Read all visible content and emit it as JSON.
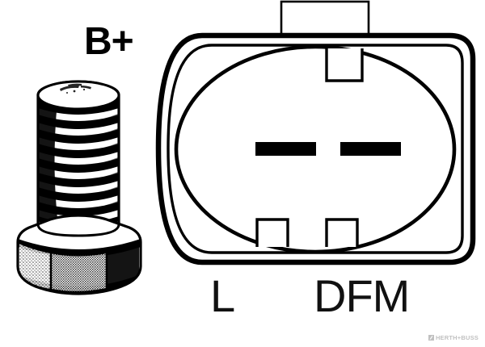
{
  "figure": {
    "kind": "technical-line-drawing",
    "subject": "alternator terminal connector diagram",
    "background_color": "#ffffff",
    "ink_color": "#000000"
  },
  "labels": {
    "bplus": "B+",
    "pin_l": "L",
    "pin_dfm": "DFM"
  },
  "watermark": {
    "text": "HERTH+BUSS",
    "color": "#9a9a9a",
    "mark_name": "herth-buss-logo-mark"
  },
  "bolt": {
    "name": "b-plus-threaded-stud",
    "thread_turns": 9,
    "has_hex_head": true,
    "shading": "stippled-halftone"
  },
  "connector": {
    "name": "two-pin-connector-housing",
    "outer_shape": "rounded-rectangle",
    "inner_shape": "oval",
    "contour_count": 3,
    "top_tab": {
      "name": "mounting-tab",
      "present": true
    },
    "inner_top_notch": {
      "name": "keying-notch-top",
      "present": true
    },
    "bottom_notches": 2,
    "terminals": [
      {
        "name": "terminal-blade-l",
        "label": "L"
      },
      {
        "name": "terminal-blade-dfm",
        "label": "DFM"
      }
    ]
  }
}
